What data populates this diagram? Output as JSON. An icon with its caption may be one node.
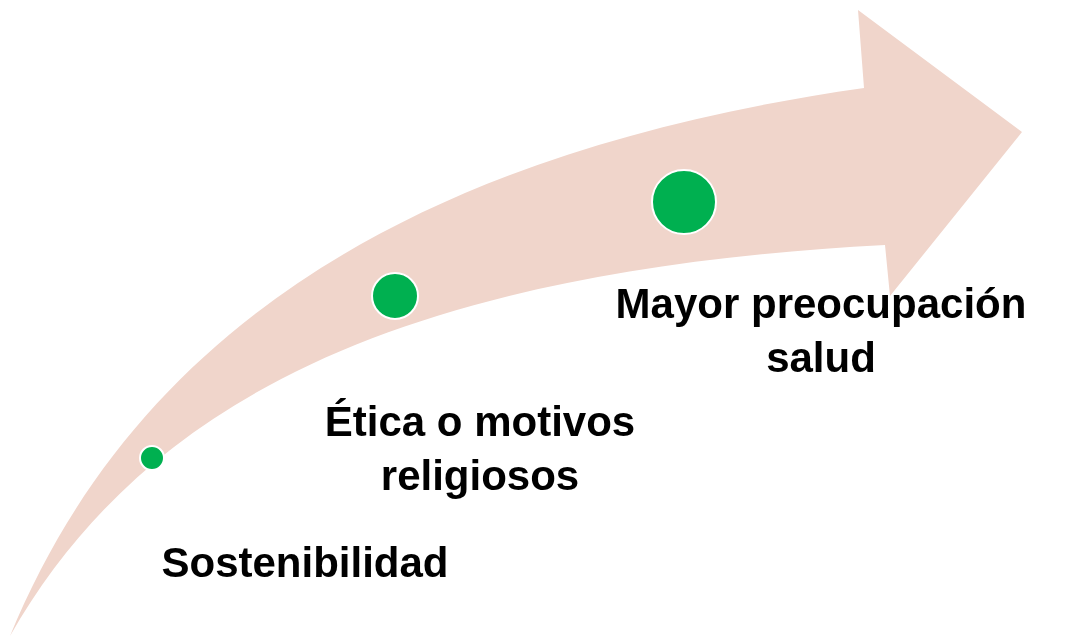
{
  "diagram": {
    "nodes": [
      {
        "text": [],
        "shape": "circle",
        "beside": [
          "Sostenibilidad"
        ]
      },
      {
        "text": [],
        "shape": "circle",
        "beside": [
          "Ética o motivos religiosos"
        ]
      },
      {
        "text": [],
        "shape": "circle",
        "beside": [
          "Mayor preocupación salud"
        ]
      }
    ]
  }
}
